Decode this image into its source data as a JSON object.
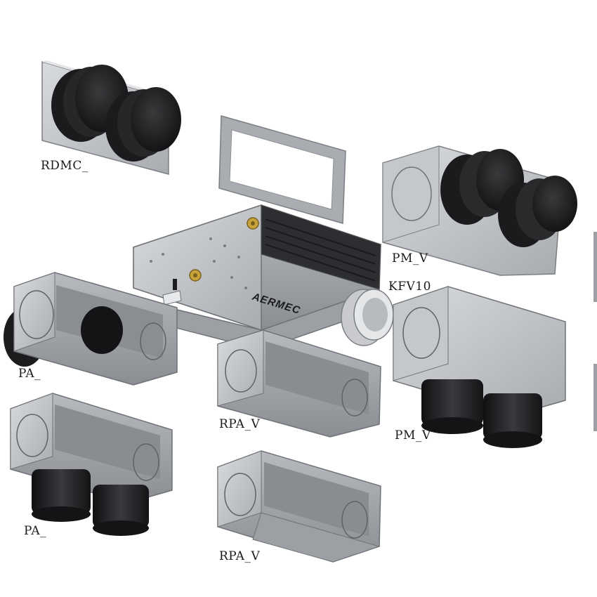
{
  "labels": {
    "rdmc": "RDMC_",
    "pm_top": "PM_V",
    "kfv": "KFV10",
    "pa_top": "PA_",
    "rpa_mid": "RPA_V",
    "pm_bottom": "PM_V",
    "pa_bottom": "PA_",
    "rpa_bottom": "RPA_V",
    "brand": "AERMEC"
  },
  "colors": {
    "sheet_metal": "#b9bcc0",
    "sheet_metal_dark": "#8e9196",
    "sheet_metal_light": "#d7d9dc",
    "duct_black": "#1c1c1e",
    "brass": "#c9a23a"
  }
}
